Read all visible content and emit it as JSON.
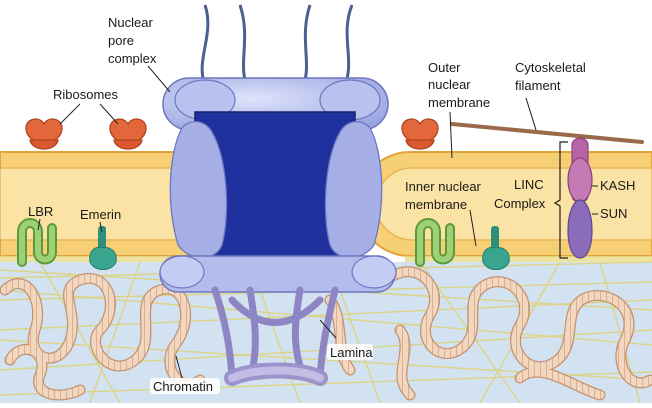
{
  "labels": {
    "nuclear_pore_line1": "Nuclear",
    "nuclear_pore_line2": "pore",
    "nuclear_pore_line3": "complex",
    "ribosomes": "Ribosomes",
    "outer_line1": "Outer",
    "outer_line2": "nuclear",
    "outer_line3": "membrane",
    "cyto_line1": "Cytoskeletal",
    "cyto_line2": "filament",
    "lbr": "LBR",
    "emerin": "Emerin",
    "inner_line1": "Inner nuclear",
    "inner_line2": "membrane",
    "linc_line1": "LINC",
    "linc_line2": "Complex",
    "kash": "KASH",
    "sun": "SUN",
    "lamina": "Lamina",
    "chromatin": "Chromatin"
  },
  "colors": {
    "membrane_fill": "#f7cf74",
    "membrane_edge": "#e0a43c",
    "nucleoplasm": "#cfe0f0",
    "pore_light": "#aeb9ea",
    "pore_dark": "#1c2f9c",
    "ribosome": "#e2683c",
    "lbr": "#8cc466",
    "emerin": "#3aa58e",
    "kash": "#b865a6",
    "sun": "#8a6cba",
    "chromatin": "#f1d7c0",
    "lamina": "#e2d780",
    "basket": "#8e86c4",
    "filament": "#9a6a4a"
  }
}
